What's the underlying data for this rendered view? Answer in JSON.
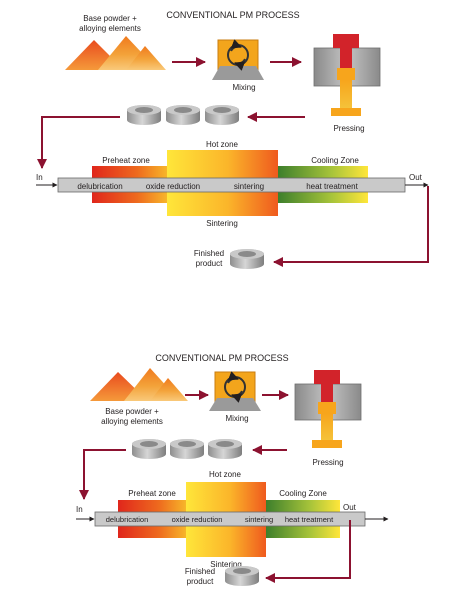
{
  "diagrams": [
    {
      "title": "CONVENTIONAL PM PROCESS",
      "powder_label": [
        "Base powder +",
        "alloying elements"
      ],
      "mixing_label": "Mixing",
      "pressing_label": "Pressing",
      "sintering_label": "Sintering",
      "zones": {
        "preheat": "Preheat zone",
        "hot": "Hot zone",
        "cooling": "Cooling Zone"
      },
      "in_label": "In",
      "out_label": "Out",
      "stages": [
        "delubrication",
        "oxide reduction",
        "sintering",
        "heat treatment"
      ],
      "finished_label": [
        "Finished",
        "product"
      ]
    },
    {
      "title": "CONVENTIONAL PM PROCESS",
      "powder_label": [
        "Base powder +",
        "alloying elements"
      ],
      "mixing_label": "Mixing",
      "pressing_label": "Pressing",
      "sintering_label": "Sintering",
      "zones": {
        "preheat": "Preheat zone",
        "hot": "Hot zone",
        "cooling": "Cooling Zone"
      },
      "in_label": "In",
      "out_label": "Out",
      "stages": [
        "delubrication",
        "oxide reduction",
        "sintering",
        "heat treatment"
      ],
      "finished_label": [
        "Finished",
        "product"
      ]
    }
  ],
  "colors": {
    "arrow": "#8c1230",
    "red": "#e0261c",
    "orange": "#f39a1f",
    "yellow": "#ffe63a",
    "green": "#3d7f2c",
    "tube": "#c9c9c9",
    "mixer": "#f3a51c",
    "press_body": "#9c9c9c"
  }
}
